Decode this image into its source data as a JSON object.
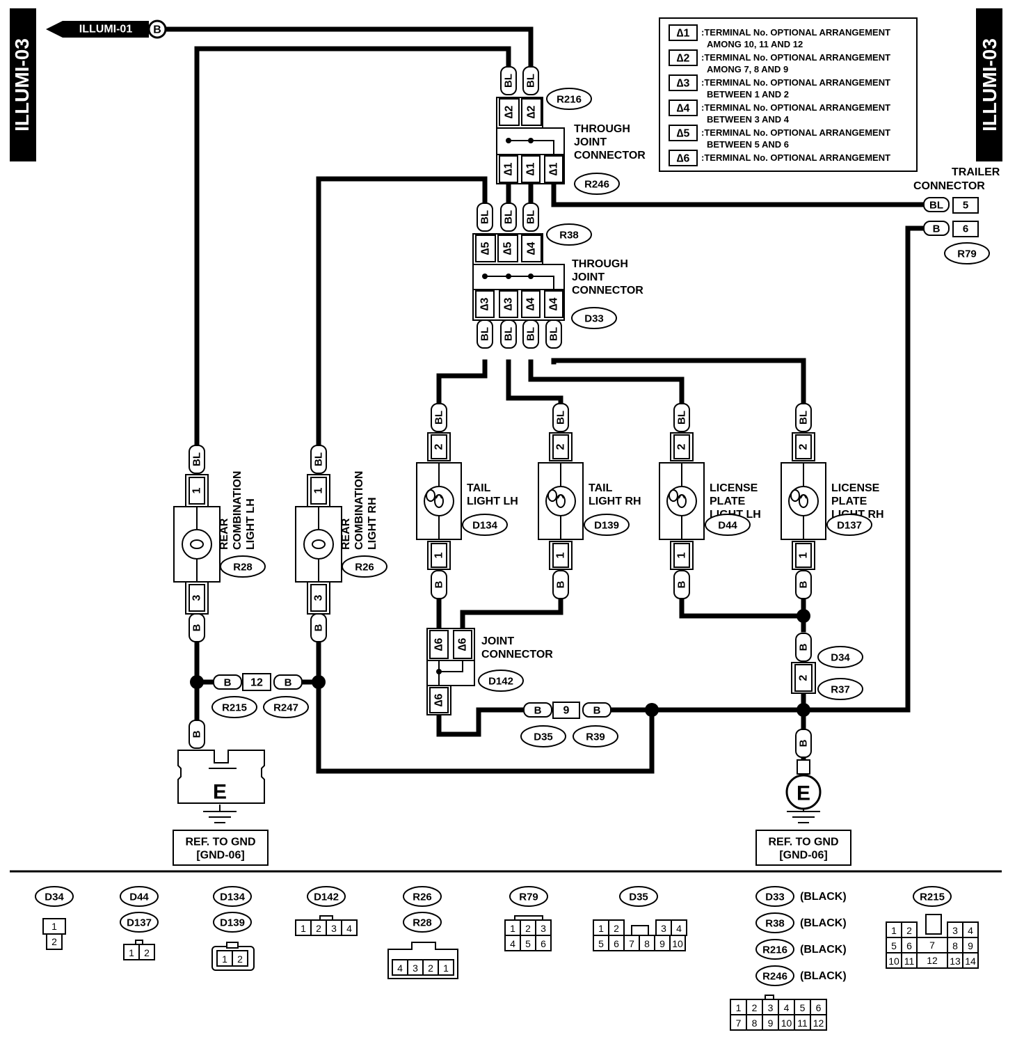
{
  "page": {
    "side_tab_left": "ILLUMI-03",
    "side_tab_right": "ILLUMI-03",
    "feed_label": "ILLUMI-01",
    "feed_terminal": "B"
  },
  "notes": [
    {
      "mark": "∆1",
      "line1": ":TERMINAL No. OPTIONAL ARRANGEMENT",
      "line2": "AMONG 10, 11 AND 12"
    },
    {
      "mark": "∆2",
      "line1": ":TERMINAL No. OPTIONAL ARRANGEMENT",
      "line2": "AMONG 7, 8 AND 9"
    },
    {
      "mark": "∆3",
      "line1": ":TERMINAL No. OPTIONAL ARRANGEMENT",
      "line2": "BETWEEN 1 AND 2"
    },
    {
      "mark": "∆4",
      "line1": ":TERMINAL No. OPTIONAL ARRANGEMENT",
      "line2": "BETWEEN 3 AND 4"
    },
    {
      "mark": "∆5",
      "line1": ":TERMINAL No. OPTIONAL ARRANGEMENT",
      "line2": "BETWEEN 5 AND 6"
    },
    {
      "mark": "∆6",
      "line1": ":TERMINAL No. OPTIONAL ARRANGEMENT",
      "line2": ""
    }
  ],
  "connectors": {
    "R216": "R216",
    "R246": "R246",
    "R38": "R38",
    "D33": "D33",
    "R79": "R79",
    "D134": "D134",
    "D139": "D139",
    "D44": "D44",
    "D137": "D137",
    "R28": "R28",
    "R26": "R26",
    "D142": "D142",
    "R215": "R215",
    "R247": "R247",
    "D35": "D35",
    "R39": "R39",
    "D34": "D34",
    "R37": "R37"
  },
  "labels": {
    "through_joint_1": [
      "THROUGH",
      "JOINT",
      "CONNECTOR"
    ],
    "through_joint_2": [
      "THROUGH",
      "JOINT",
      "CONNECTOR"
    ],
    "trailer": [
      "TRAILER",
      "CONNECTOR"
    ],
    "tail_lh": [
      "TAIL",
      "LIGHT LH"
    ],
    "tail_rh": [
      "TAIL",
      "LIGHT RH"
    ],
    "lic_lh": [
      "LICENSE",
      "PLATE",
      "LIGHT LH"
    ],
    "lic_rh": [
      "LICENSE",
      "PLATE",
      "LIGHT RH"
    ],
    "rear_lh": [
      "REAR",
      "COMBINATION",
      "LIGHT LH"
    ],
    "rear_rh": [
      "REAR",
      "COMBINATION",
      "LIGHT RH"
    ],
    "joint_conn": [
      "JOINT",
      "CONNECTOR"
    ],
    "gnd_left": [
      "REF. TO GND",
      "[GND-06]"
    ],
    "gnd_right": [
      "REF. TO GND",
      "[GND-06]"
    ],
    "ground_mark": "E"
  },
  "wires": {
    "BL": "BL",
    "B": "B"
  },
  "terminals": {
    "r216": [
      "∆2",
      "∆2"
    ],
    "r246": [
      "∆1",
      "∆1",
      "∆1"
    ],
    "r38": [
      "∆5",
      "∆5",
      "∆4"
    ],
    "d33": [
      "∆3",
      "∆3",
      "∆4",
      "∆4"
    ],
    "trailer": [
      "5",
      "6"
    ],
    "lamp_top": "2",
    "lamp_bottom": "1",
    "rear_top": "1",
    "rear_bottom": "3",
    "d142": [
      "∆6",
      "∆6",
      "∆6"
    ],
    "r215": "12",
    "d35": "9",
    "d34": "2"
  },
  "legend": [
    {
      "ids": [
        "D34"
      ],
      "suffix": "",
      "rows": [
        [
          "1"
        ],
        [
          "2"
        ]
      ]
    },
    {
      "ids": [
        "D44",
        "D137"
      ],
      "suffix": "",
      "rows": [
        [
          "1",
          "2"
        ]
      ]
    },
    {
      "ids": [
        "D134",
        "D139"
      ],
      "suffix": "",
      "rows": [
        [
          "1",
          "2"
        ]
      ]
    },
    {
      "ids": [
        "D142"
      ],
      "suffix": "",
      "rows": [
        [
          "1",
          "2",
          "3",
          "4"
        ]
      ]
    },
    {
      "ids": [
        "R26",
        "R28"
      ],
      "suffix": "",
      "rows": [
        [
          "4",
          "3",
          "2",
          "1"
        ]
      ]
    },
    {
      "ids": [
        "R79"
      ],
      "suffix": "",
      "rows": [
        [
          "1",
          "2",
          "3"
        ],
        [
          "4",
          "5",
          "6"
        ]
      ]
    },
    {
      "ids": [
        "D35"
      ],
      "suffix": "",
      "rows": [
        [
          "1",
          "2",
          "",
          "3",
          "4"
        ],
        [
          "5",
          "6",
          "7",
          "8",
          "9",
          "10"
        ]
      ]
    },
    {
      "ids": [
        "D33",
        "R38",
        "R216",
        "R246"
      ],
      "suffix": "(BLACK)",
      "rows": [
        [
          "1",
          "2",
          "3",
          "4",
          "5",
          "6"
        ],
        [
          "7",
          "8",
          "9",
          "10",
          "11",
          "12"
        ]
      ]
    },
    {
      "ids": [
        "R215"
      ],
      "suffix": "",
      "rows": [
        [
          "1",
          "2",
          "",
          "3",
          "4"
        ],
        [
          "5",
          "6",
          "7",
          "8",
          "9"
        ],
        [
          "10",
          "11",
          "12",
          "13",
          "14"
        ]
      ]
    }
  ]
}
